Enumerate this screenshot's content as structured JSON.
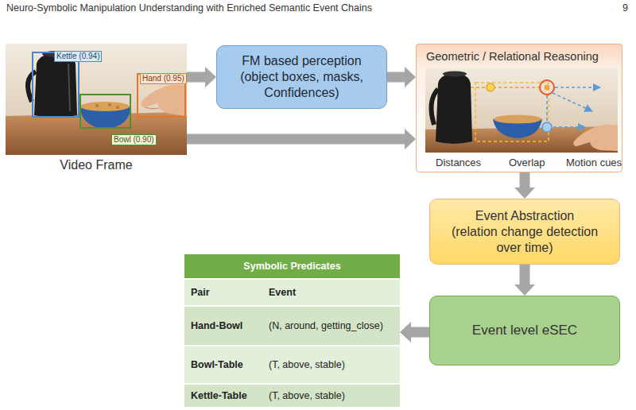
{
  "diagram": {
    "nodes": [
      {
        "text": [
          "Video Frame"
        ]
      },
      {
        "text": [
          "Kettle (0.94)"
        ],
        "in": 0
      },
      {
        "text": [
          "Hand (0.95)"
        ],
        "in": 0
      },
      {
        "text": [
          "Bowl (0.90)"
        ],
        "in": 0
      },
      {
        "text": [
          "FM based perception",
          "(object boxes, masks, Confidences)"
        ]
      },
      {
        "text": [
          "Geometric / Relational Reasoning",
          "Distances",
          "Overlap",
          "Motion cues"
        ]
      },
      {
        "text": [
          "Event Abstraction",
          "(relation change detection over time)"
        ]
      },
      {
        "text": [
          "Event level eSEC"
        ]
      },
      {
        "text": [
          "Symbolic Predicates",
          "Pair",
          "Event",
          "Hand-Bowl",
          "(N, around, getting_close)",
          "Bowl-Table",
          "(T, above, stable)",
          "Kettle-Table",
          "(T, above, stable)"
        ]
      }
    ],
    "edges": [
      {
        "from": 0,
        "to": 4,
        "arrow": "to"
      },
      {
        "from": 4,
        "to": 5,
        "arrow": "to"
      },
      {
        "from": 0,
        "to": 5,
        "arrow": "to"
      },
      {
        "from": 5,
        "to": 6,
        "arrow": "to"
      },
      {
        "from": 6,
        "to": 7,
        "arrow": "to"
      },
      {
        "from": 7,
        "to": 8,
        "arrow": "to"
      }
    ],
    "labels": [
      "Neuro-Symbolic Manipulation Understanding with Enriched Semantic Event Chains",
      "9"
    ]
  }
}
